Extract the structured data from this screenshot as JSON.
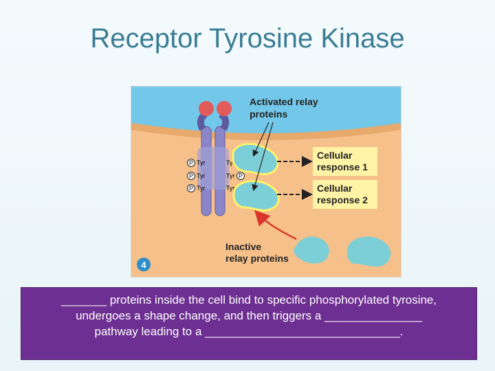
{
  "slide": {
    "title": "Receptor Tyrosine Kinase"
  },
  "figure": {
    "activated_label_line1": "Activated relay",
    "activated_label_line2": "proteins",
    "response1_line1": "Cellular",
    "response1_line2": "response 1",
    "response2_line1": "Cellular",
    "response2_line2": "response 2",
    "inactive_label_line1": "Inactive",
    "inactive_label_line2": "relay proteins",
    "step_number": "4",
    "tyr": "Tyr",
    "p": "P",
    "colors": {
      "extracellular": "#73c7e8",
      "cytoplasm": "#f5c08a",
      "receptor": "#8a86c8",
      "relay_protein": "#7ccfd6",
      "response_box": "#fff3a6",
      "ligand": "#e25b5b",
      "arrow_red": "#d9362b"
    }
  },
  "caption": {
    "line1": "_______ proteins inside the cell bind to specific phosphorylated tyrosine,",
    "line2": "undergoes a shape change, and then triggers a _______________",
    "line3": "pathway leading to a ______________________________."
  }
}
